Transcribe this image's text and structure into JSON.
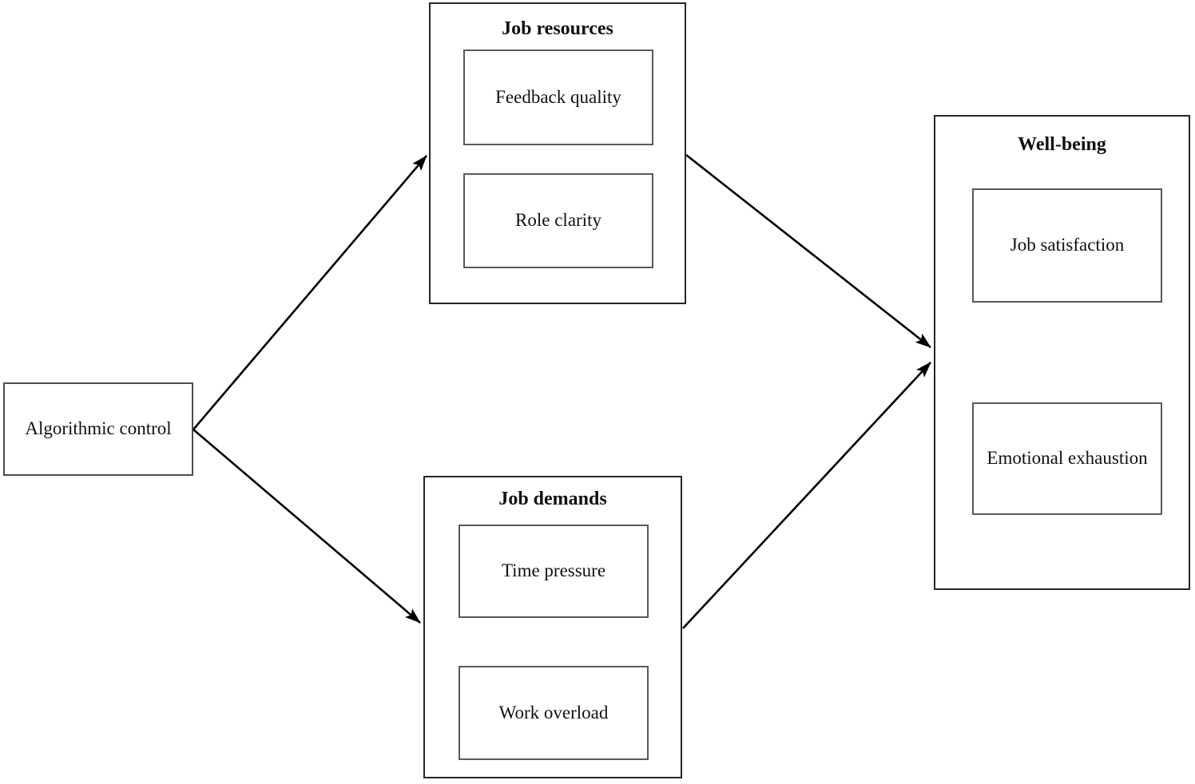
{
  "diagram": {
    "background_color": "#ffffff",
    "arrow_color": "#000000",
    "outer_border_color": "#262626",
    "inner_border_color": "#595959",
    "nodes": {
      "algorithmic_control": {
        "label": "Algorithmic control"
      },
      "job_resources": {
        "title": "Job resources",
        "items": [
          {
            "label": "Feedback quality"
          },
          {
            "label": "Role clarity"
          }
        ]
      },
      "job_demands": {
        "title": "Job demands",
        "items": [
          {
            "label": "Time pressure"
          },
          {
            "label": "Work overload"
          }
        ]
      },
      "well_being": {
        "title": "Well-being",
        "items": [
          {
            "label": "Job satisfaction"
          },
          {
            "label": "Emotional exhaustion"
          }
        ]
      }
    },
    "edges": [
      {
        "from": "algorithmic_control",
        "to": "job_resources"
      },
      {
        "from": "algorithmic_control",
        "to": "job_demands"
      },
      {
        "from": "job_resources",
        "to": "well_being"
      },
      {
        "from": "job_demands",
        "to": "well_being"
      }
    ]
  }
}
